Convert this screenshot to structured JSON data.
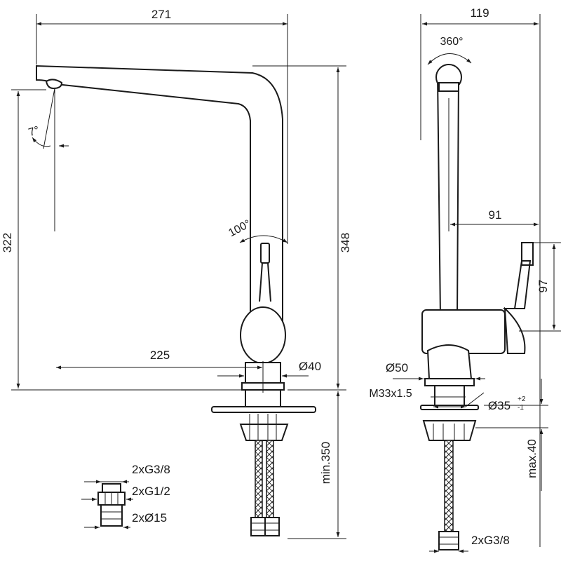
{
  "front_view": {
    "width_total": "271",
    "height_total": "348",
    "spout_height": "322",
    "spout_reach": "225",
    "spout_angle": "7°",
    "swivel_angle": "100°",
    "base_diameter": "Ø40",
    "hose_length": "min.350"
  },
  "side_view": {
    "depth_total": "119",
    "rotation": "360°",
    "handle_offset": "91",
    "handle_height": "97",
    "base_diameter": "Ø50",
    "thread": "M33x1.5",
    "hole_diameter": "Ø35",
    "hole_tol_upper": "+2",
    "hole_tol_lower": "-1",
    "mount_thickness": "max.40",
    "connection": "2xG3/8"
  },
  "fittings": {
    "connection_a": "2xG3/8",
    "connection_b": "2xG1/2",
    "connection_c": "2xØ15"
  }
}
